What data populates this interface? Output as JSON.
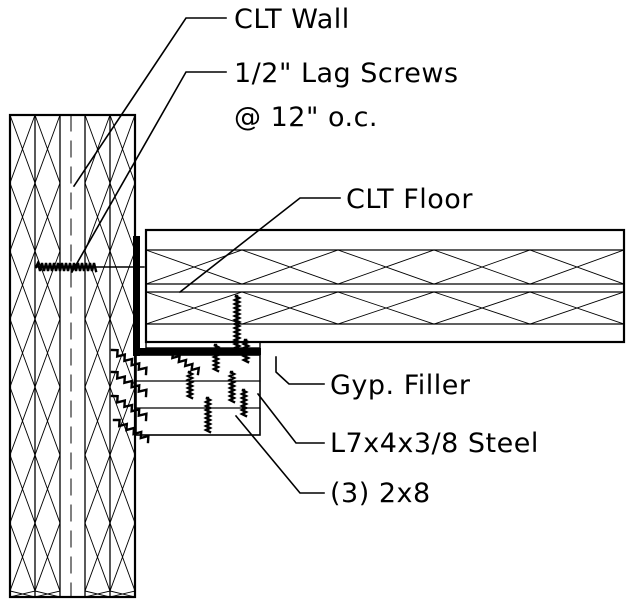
{
  "labels": {
    "clt_wall": "CLT Wall",
    "lag_screws_line1": "1/2\" Lag Screws",
    "lag_screws_line2": "@ 12\" o.c.",
    "clt_floor": "CLT Floor",
    "gyp_filler": "Gyp. Filler",
    "steel_angle": "L7x4x3/8 Steel",
    "ledger": "(3) 2x8"
  },
  "colors": {
    "line": "#000000",
    "background": "#ffffff"
  }
}
